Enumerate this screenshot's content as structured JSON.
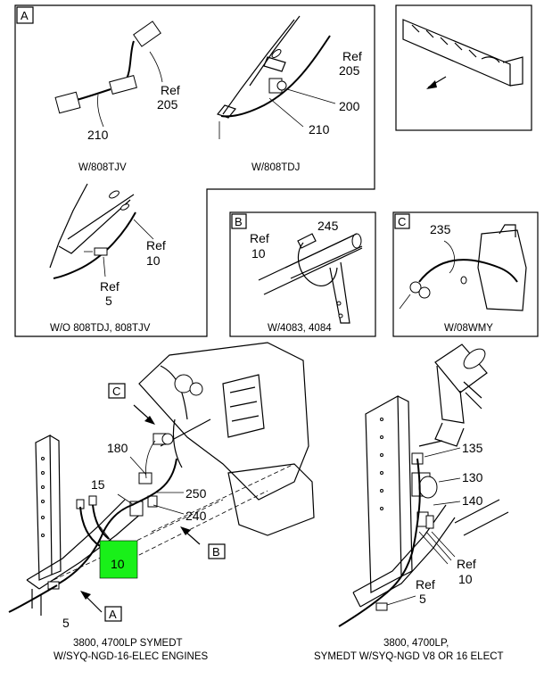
{
  "panels": {
    "A": {
      "tag": "A",
      "captions": {
        "w808tjv": "W/808TJV",
        "w808tdj": "W/808TDJ",
        "wo": "W/O 808TDJ, 808TJV"
      }
    },
    "B": {
      "tag": "B",
      "caption": "W/4083, 4084"
    },
    "C": {
      "tag": "C",
      "caption": "W/08WMY"
    }
  },
  "callouts": {
    "ref": "Ref",
    "n205": "205",
    "n210": "210",
    "n200": "200",
    "n10": "10",
    "n5": "5",
    "n245": "245",
    "n235": "235",
    "n180": "180",
    "n15": "15",
    "n250": "250",
    "n240": "240",
    "n135": "135",
    "n130": "130",
    "n140": "140"
  },
  "view_tags": {
    "A": "A",
    "B": "B",
    "C": "C"
  },
  "highlight": {
    "label": "10",
    "color": "#19f019"
  },
  "bottom_captions": {
    "left_line1": "3800, 4700LP SYMEDT",
    "left_line2": "W/SYQ-NGD-16-ELEC ENGINES",
    "right_line1": "3800, 4700LP,",
    "right_line2": "SYMEDT W/SYQ-NGD V8 OR 16 ELECT"
  }
}
